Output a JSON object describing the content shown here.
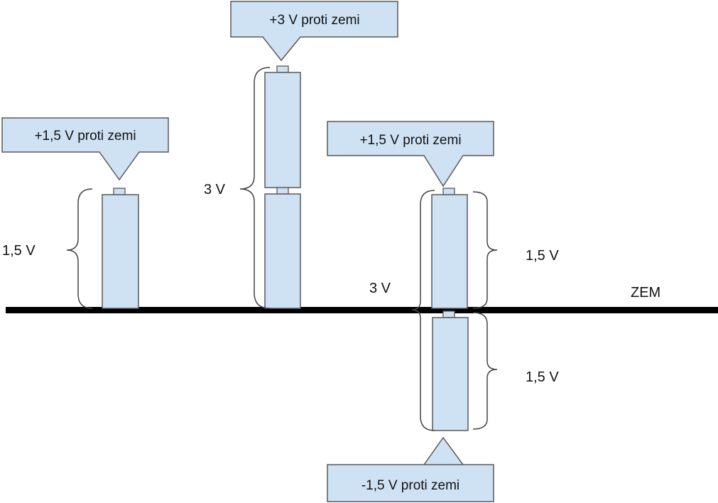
{
  "diagram": {
    "ground_label": "ZEM",
    "colors": {
      "cell_fill": "#cfe2f3",
      "outline": "#595959",
      "ground": "#000000"
    },
    "group1": {
      "callout": "+1,5 V proti zemi",
      "span_label": "1,5 V"
    },
    "group2": {
      "callout": "+3 V proti zemi",
      "span_label": "3 V"
    },
    "group3": {
      "callout_top": "+1,5 V proti zemi",
      "callout_bottom": "-1,5 V proti zemi",
      "span_label_total": "3 V",
      "span_label_upper": "1,5 V",
      "span_label_lower": "1,5 V"
    }
  }
}
